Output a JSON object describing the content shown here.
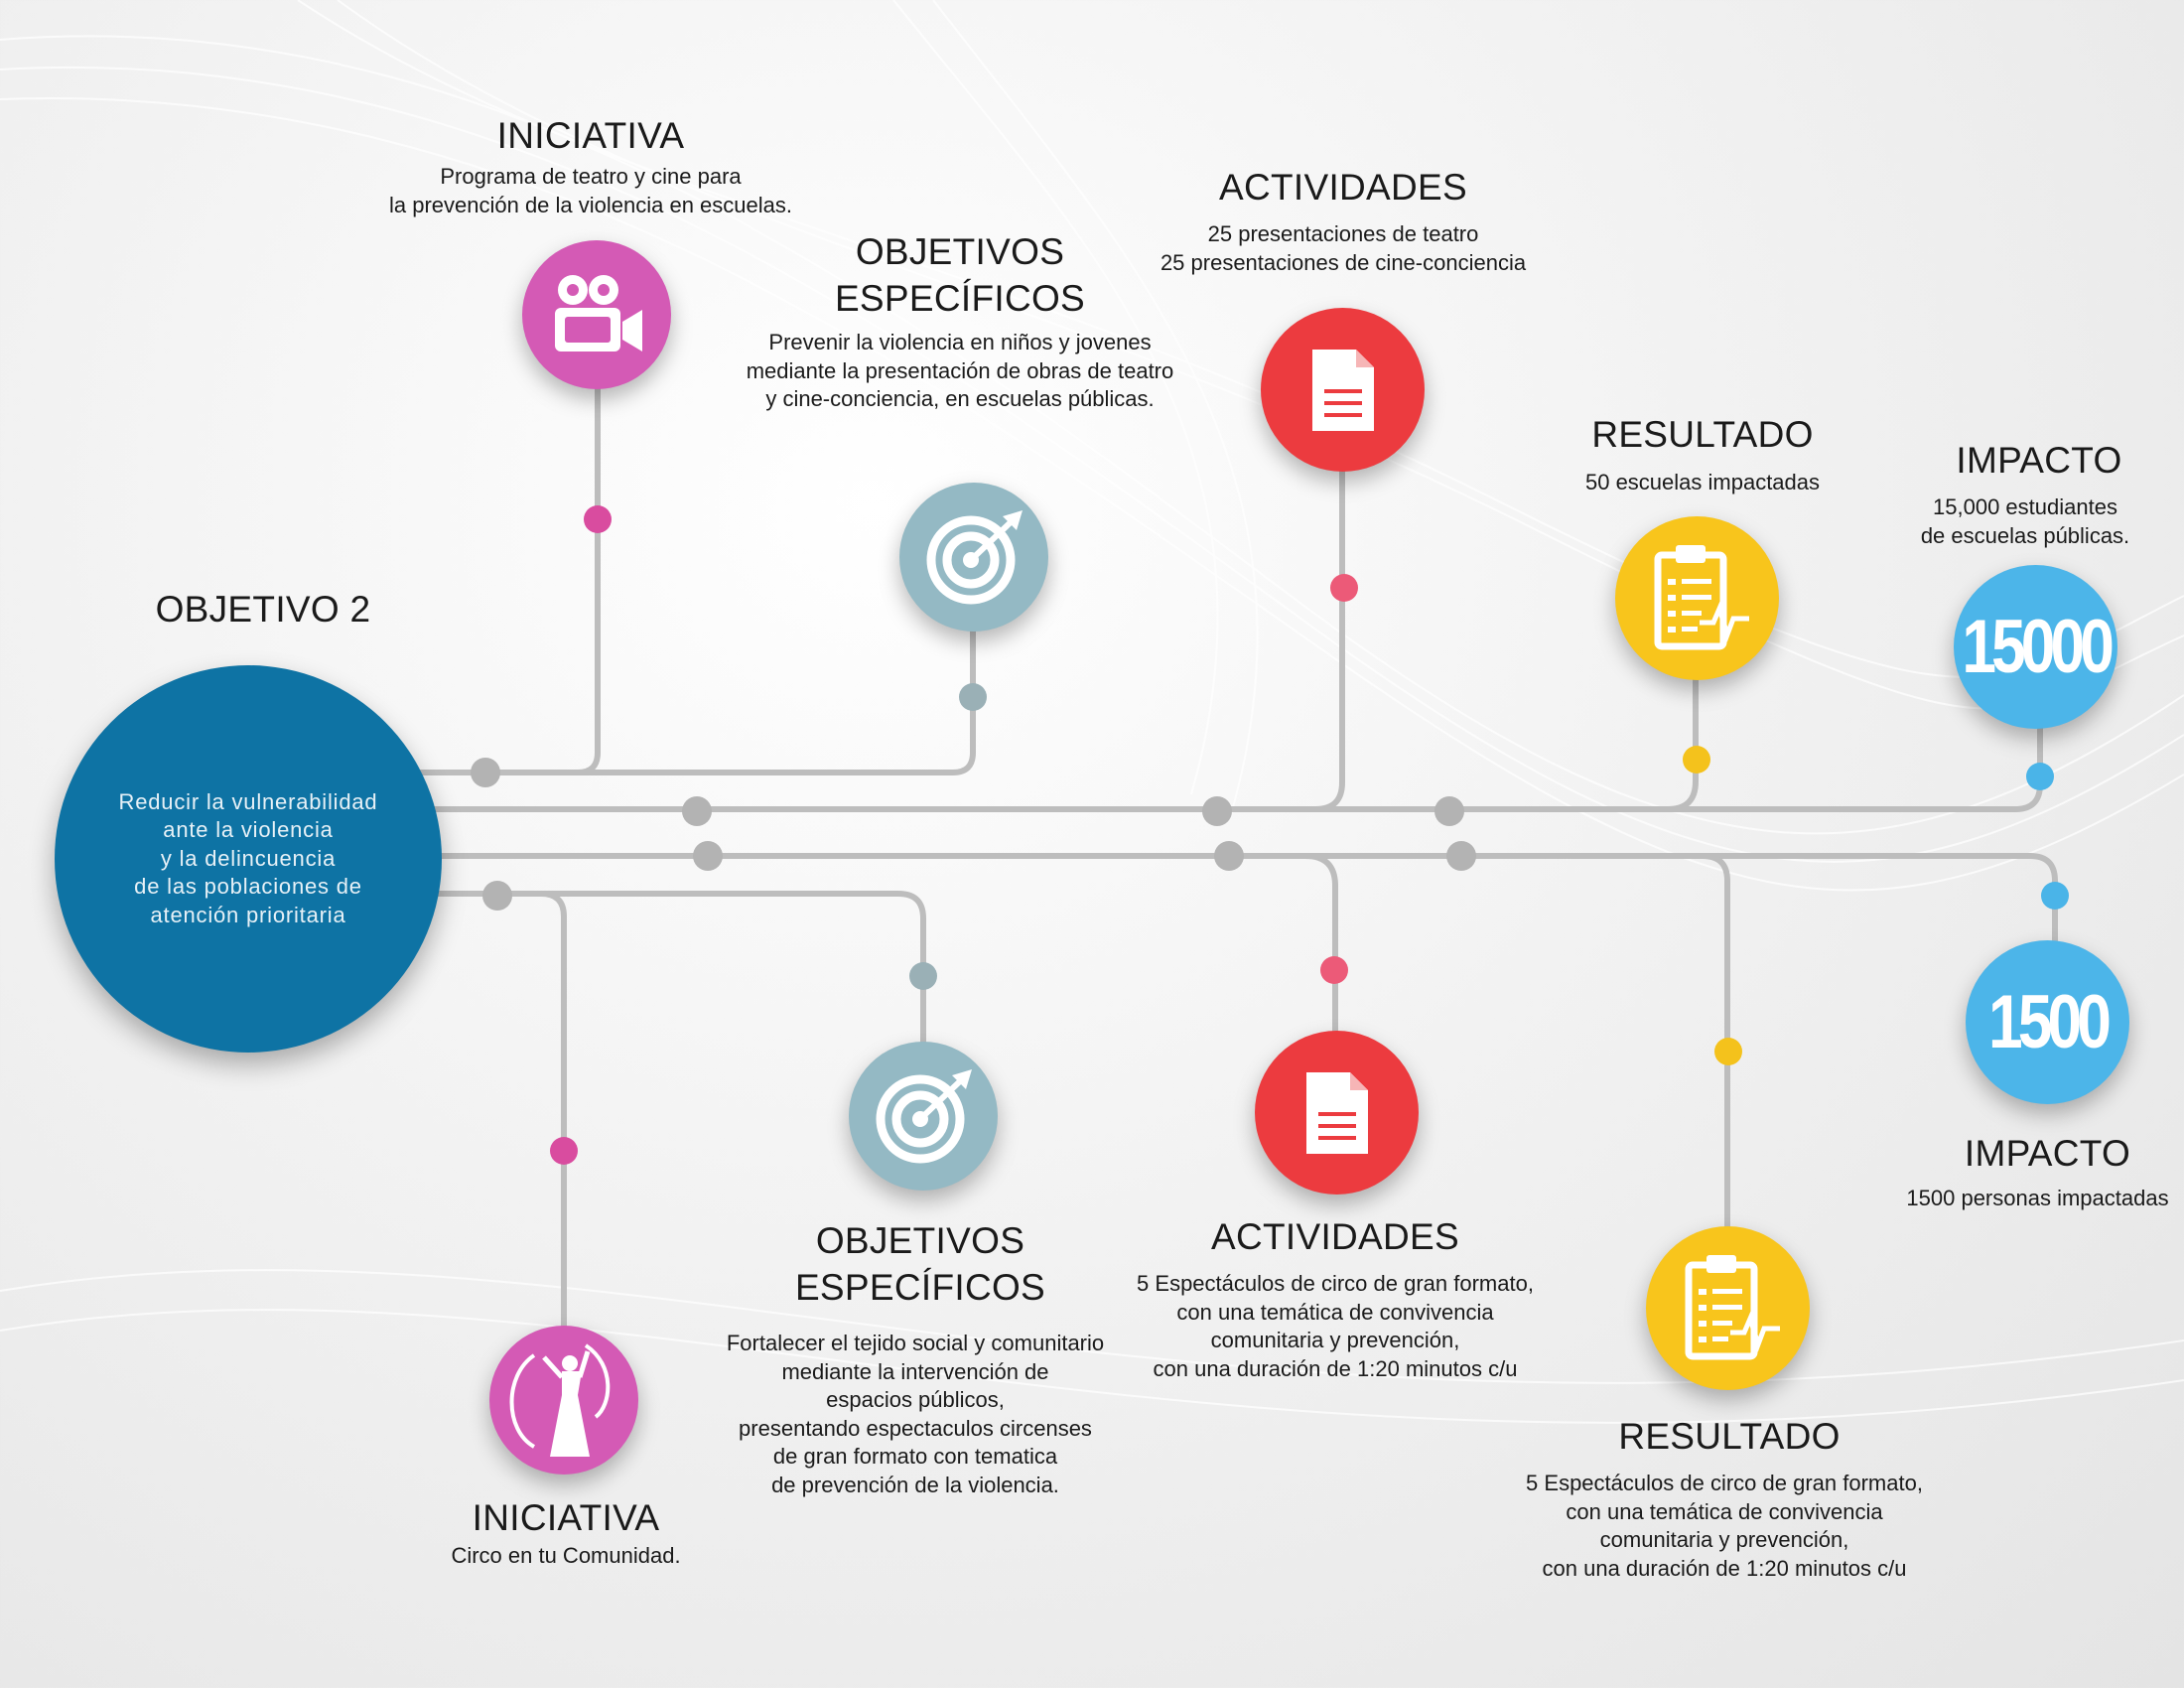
{
  "colors": {
    "magenta": "#d45ab5",
    "steel": "#94b9c4",
    "red": "#ec3b3f",
    "yellow": "#f8c51c",
    "blue": "#4cb5e9",
    "hub": "#0e73a4",
    "line": "#bdbdbd",
    "node": "#b3b3b3",
    "dot_magenta": "#d94c9f",
    "dot_steel": "#9ab0b6",
    "dot_red": "#ec5a78",
    "dot_yellow": "#f4c21c",
    "dot_blue": "#4ab4e8"
  },
  "hub": {
    "heading": "OBJETIVO 2",
    "lines": [
      "Reducir la vulnerabilidad",
      "ante la violencia",
      "y la delincuencia",
      "de las poblaciones de",
      "atención prioritaria"
    ]
  },
  "top": {
    "iniciativa": {
      "title": [
        "INICIATIVA"
      ],
      "desc": [
        "Programa de teatro y cine para",
        "la prevención de la violencia en escuelas."
      ],
      "icon": "video-camera-icon"
    },
    "objetivos": {
      "title": [
        "OBJETIVOS",
        "ESPECÍFICOS"
      ],
      "desc": [
        "Prevenir la violencia en niños y jovenes",
        "mediante la presentación de obras de teatro",
        "y cine-conciencia, en escuelas públicas."
      ],
      "icon": "target-icon"
    },
    "actividades": {
      "title": [
        "ACTIVIDADES"
      ],
      "desc": [
        "25 presentaciones de teatro",
        "25 presentaciones de cine-conciencia"
      ],
      "icon": "document-icon"
    },
    "resultado": {
      "title": [
        "RESULTADO"
      ],
      "desc": [
        "50 escuelas impactadas"
      ],
      "icon": "clipboard-icon"
    },
    "impacto": {
      "title": [
        "IMPACTO"
      ],
      "desc": [
        "15,000 estudiantes",
        "de escuelas públicas."
      ],
      "number": "15000"
    }
  },
  "bottom": {
    "iniciativa": {
      "title": [
        "INICIATIVA"
      ],
      "desc": [
        "Circo en tu Comunidad."
      ],
      "icon": "performer-icon"
    },
    "objetivos": {
      "title": [
        "OBJETIVOS",
        "ESPECÍFICOS"
      ],
      "desc": [
        "Fortalecer el tejido social y comunitario",
        "mediante la intervención de",
        "espacios públicos,",
        "presentando espectaculos circenses",
        "de gran formato con tematica",
        "de prevención de la violencia."
      ],
      "icon": "target-icon"
    },
    "actividades": {
      "title": [
        "ACTIVIDADES"
      ],
      "desc": [
        "5 Espectáculos de circo de gran formato,",
        "con una temática de convivencia",
        "comunitaria y prevención,",
        "con una duración de 1:20 minutos c/u"
      ],
      "icon": "document-icon"
    },
    "resultado": {
      "title": [
        "RESULTADO"
      ],
      "desc": [
        "5 Espectáculos de circo de gran formato,",
        "con una temática de convivencia",
        "comunitaria y prevención,",
        "con una duración de 1:20 minutos c/u"
      ],
      "icon": "clipboard-icon"
    },
    "impacto": {
      "title": [
        "IMPACTO"
      ],
      "desc": [
        "1500 personas impactadas"
      ],
      "number": "1500"
    }
  }
}
